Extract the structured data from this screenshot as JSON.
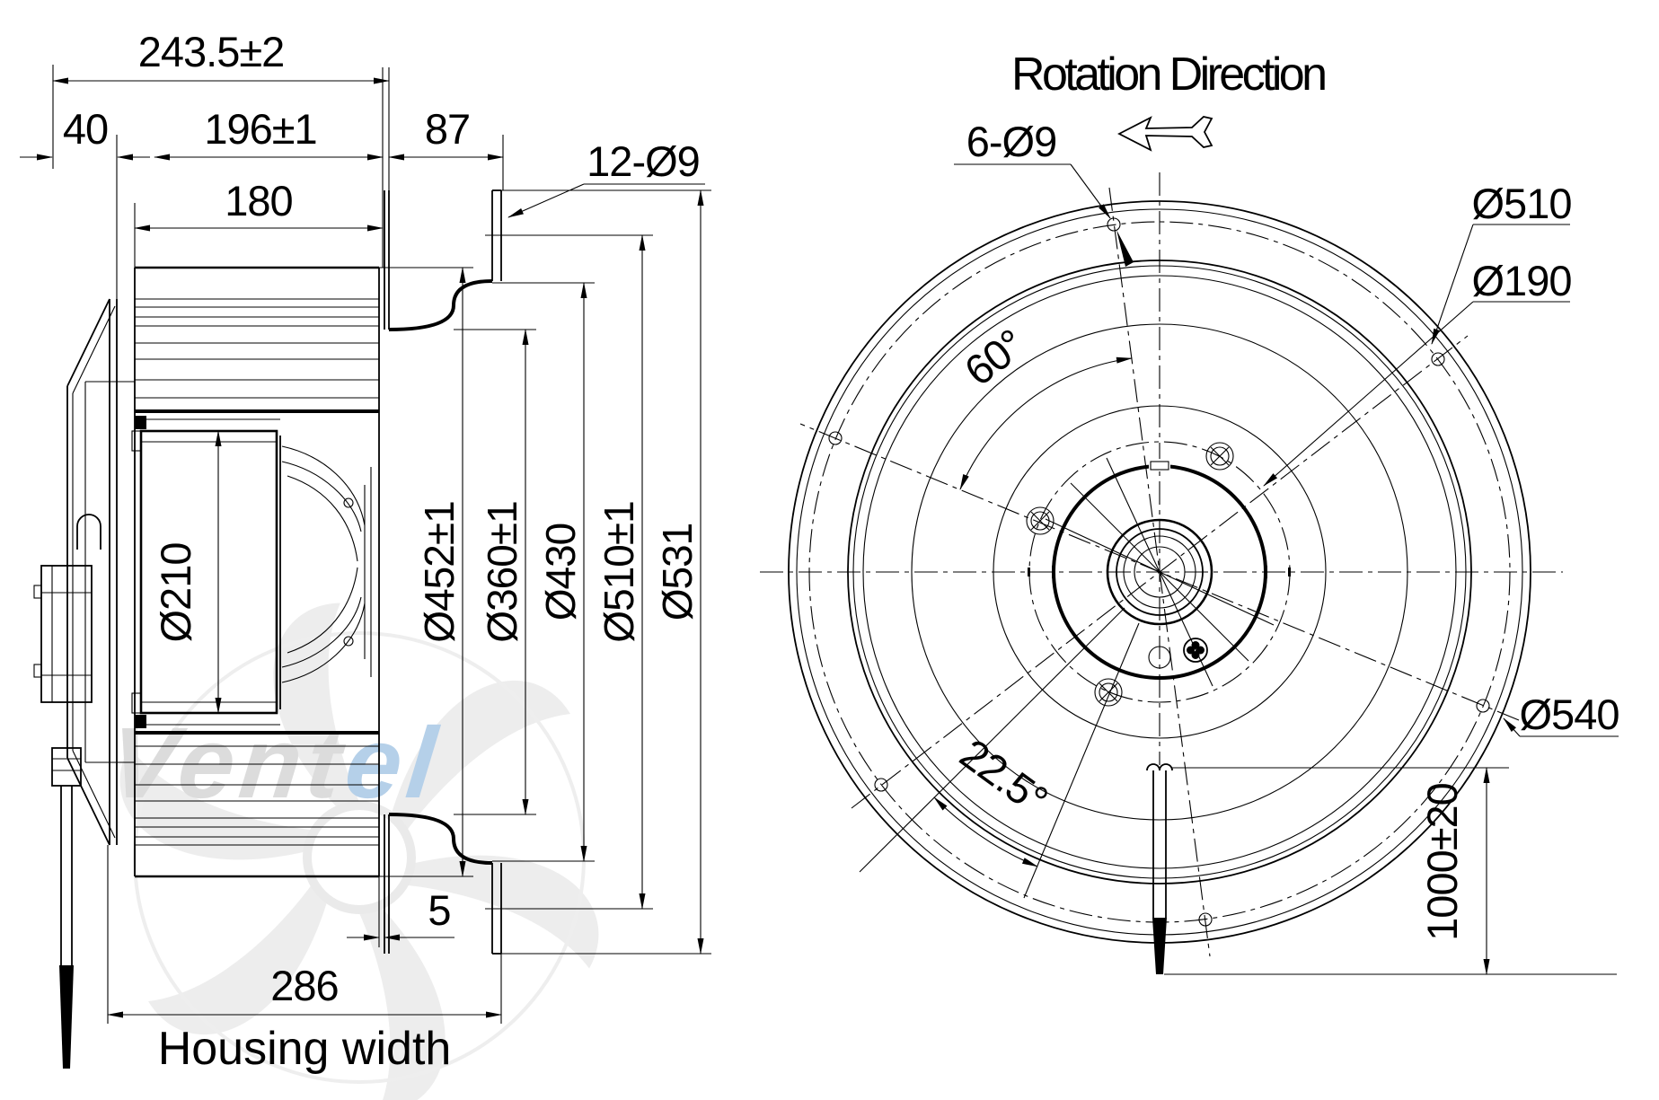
{
  "drawing": {
    "side_view": {
      "dim_overall_depth": "243.5±2",
      "dim_bracket_depth": "40",
      "dim_housing_depth": "196±1",
      "dim_inlet_depth": "87",
      "dim_impeller_width": "180",
      "dim_flange_holes": "12-Ø9",
      "dim_motor_diameter": "Ø210",
      "dim_impeller_diameter": "Ø452±1",
      "dim_inlet_diameter": "Ø360±1",
      "dim_cone_diameter": "Ø430",
      "dim_bolt_circle": "Ø510±1",
      "dim_flange_od": "Ø531",
      "dim_gap": "5",
      "dim_housing_width": "286",
      "housing_width_caption": "Housing width"
    },
    "front_view": {
      "rotation_caption": "Rotation Direction",
      "dim_mount_holes": "6-Ø9",
      "dim_bolt_circle": "Ø510",
      "dim_hub_circle": "Ø190",
      "dim_hole_angle": "60°",
      "dim_cable_angle": "22.5°",
      "dim_outer_diameter": "Ø540",
      "dim_cable_length": "1000±20"
    },
    "watermark": {
      "gray_part": "Vent",
      "blue_part": "el"
    }
  }
}
